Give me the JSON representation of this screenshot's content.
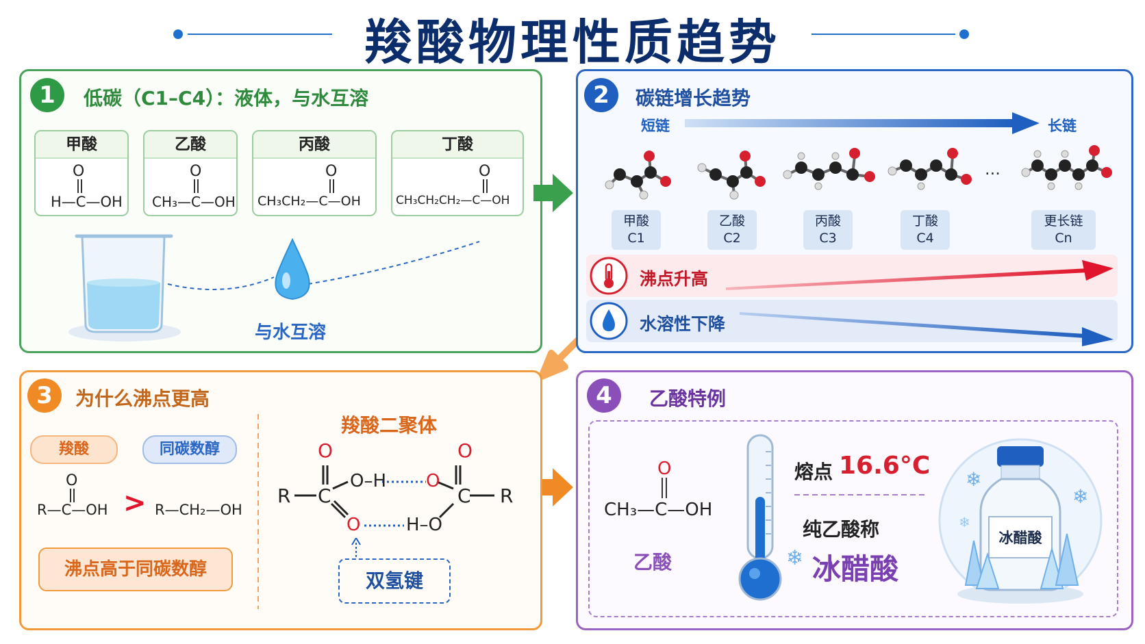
{
  "title": "羧酸物理性质趋势",
  "colors": {
    "green": "#2f9a45",
    "blue": "#1f5fbf",
    "orange": "#f08a24",
    "purple": "#8a4fb8",
    "red": "#d6202f",
    "navy": "#0c2d6b"
  },
  "panel1": {
    "number": "1",
    "title": "低碳（C1–C4）：液体，与水互溶",
    "cards": [
      {
        "name": "甲酸",
        "formula": "H—C—OH",
        "o": "O"
      },
      {
        "name": "乙酸",
        "formula": "CH₃—C—OH",
        "o": "O"
      },
      {
        "name": "丙酸",
        "formula": "CH₃CH₂—C—OH",
        "o": "O"
      },
      {
        "name": "丁酸",
        "formula": "CH₃CH₂CH₂—C—OH",
        "o": "O"
      }
    ],
    "miscible_label": "与水互溶"
  },
  "panel2": {
    "number": "2",
    "title": "碳链增长趋势",
    "short_label": "短链",
    "long_label": "长链",
    "ellipsis": "···",
    "molecules": [
      {
        "name": "甲酸",
        "code": "C1"
      },
      {
        "name": "乙酸",
        "code": "C2"
      },
      {
        "name": "丙酸",
        "code": "C3"
      },
      {
        "name": "丁酸",
        "code": "C4"
      },
      {
        "name": "更长链",
        "code": "Cn"
      }
    ],
    "trend_up": "沸点升高",
    "trend_down": "水溶性下降"
  },
  "panel3": {
    "number": "3",
    "title": "为什么沸点更高",
    "acid_pill": "羧酸",
    "alcohol_pill": "同碳数醇",
    "acid_formula": "R—C—OH",
    "acid_o": "O",
    "gt": ">",
    "alcohol_formula": "R—CH₂—OH",
    "conclusion": "沸点高于同碳数醇",
    "dimer_title": "羧酸二聚体",
    "dimer": {
      "r_left": "R",
      "c_left": "C",
      "o_top_left": "O",
      "oh_left": "O–H",
      "o_mid_right": "O",
      "o_top_right": "O",
      "c_right": "C",
      "r_right": "R",
      "o_bottom_left": "O",
      "ho_right": "H–O"
    },
    "hbond_label": "双氢键"
  },
  "panel4": {
    "number": "4",
    "title": "乙酸特例",
    "formula": "CH₃—C—OH",
    "o": "O",
    "name": "乙酸",
    "mp_label": "熔点",
    "mp_value": "16.6°C",
    "pure_called": "纯乙酸称",
    "glacial": "冰醋酸",
    "bottle_label": "冰醋酸"
  }
}
